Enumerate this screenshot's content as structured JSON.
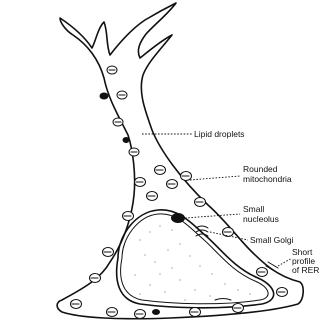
{
  "labels": {
    "lipid_droplets": "Lipid droplets",
    "rounded_mitochondria_1": "Rounded",
    "rounded_mitochondria_2": "mitochondria",
    "small_nucleolus_1": "Small",
    "small_nucleolus_2": "nucleolus",
    "small_golgi": "Small Golgi",
    "short_profile_1": "Short",
    "short_profile_2": "profile",
    "short_profile_3": "of RER"
  }
}
